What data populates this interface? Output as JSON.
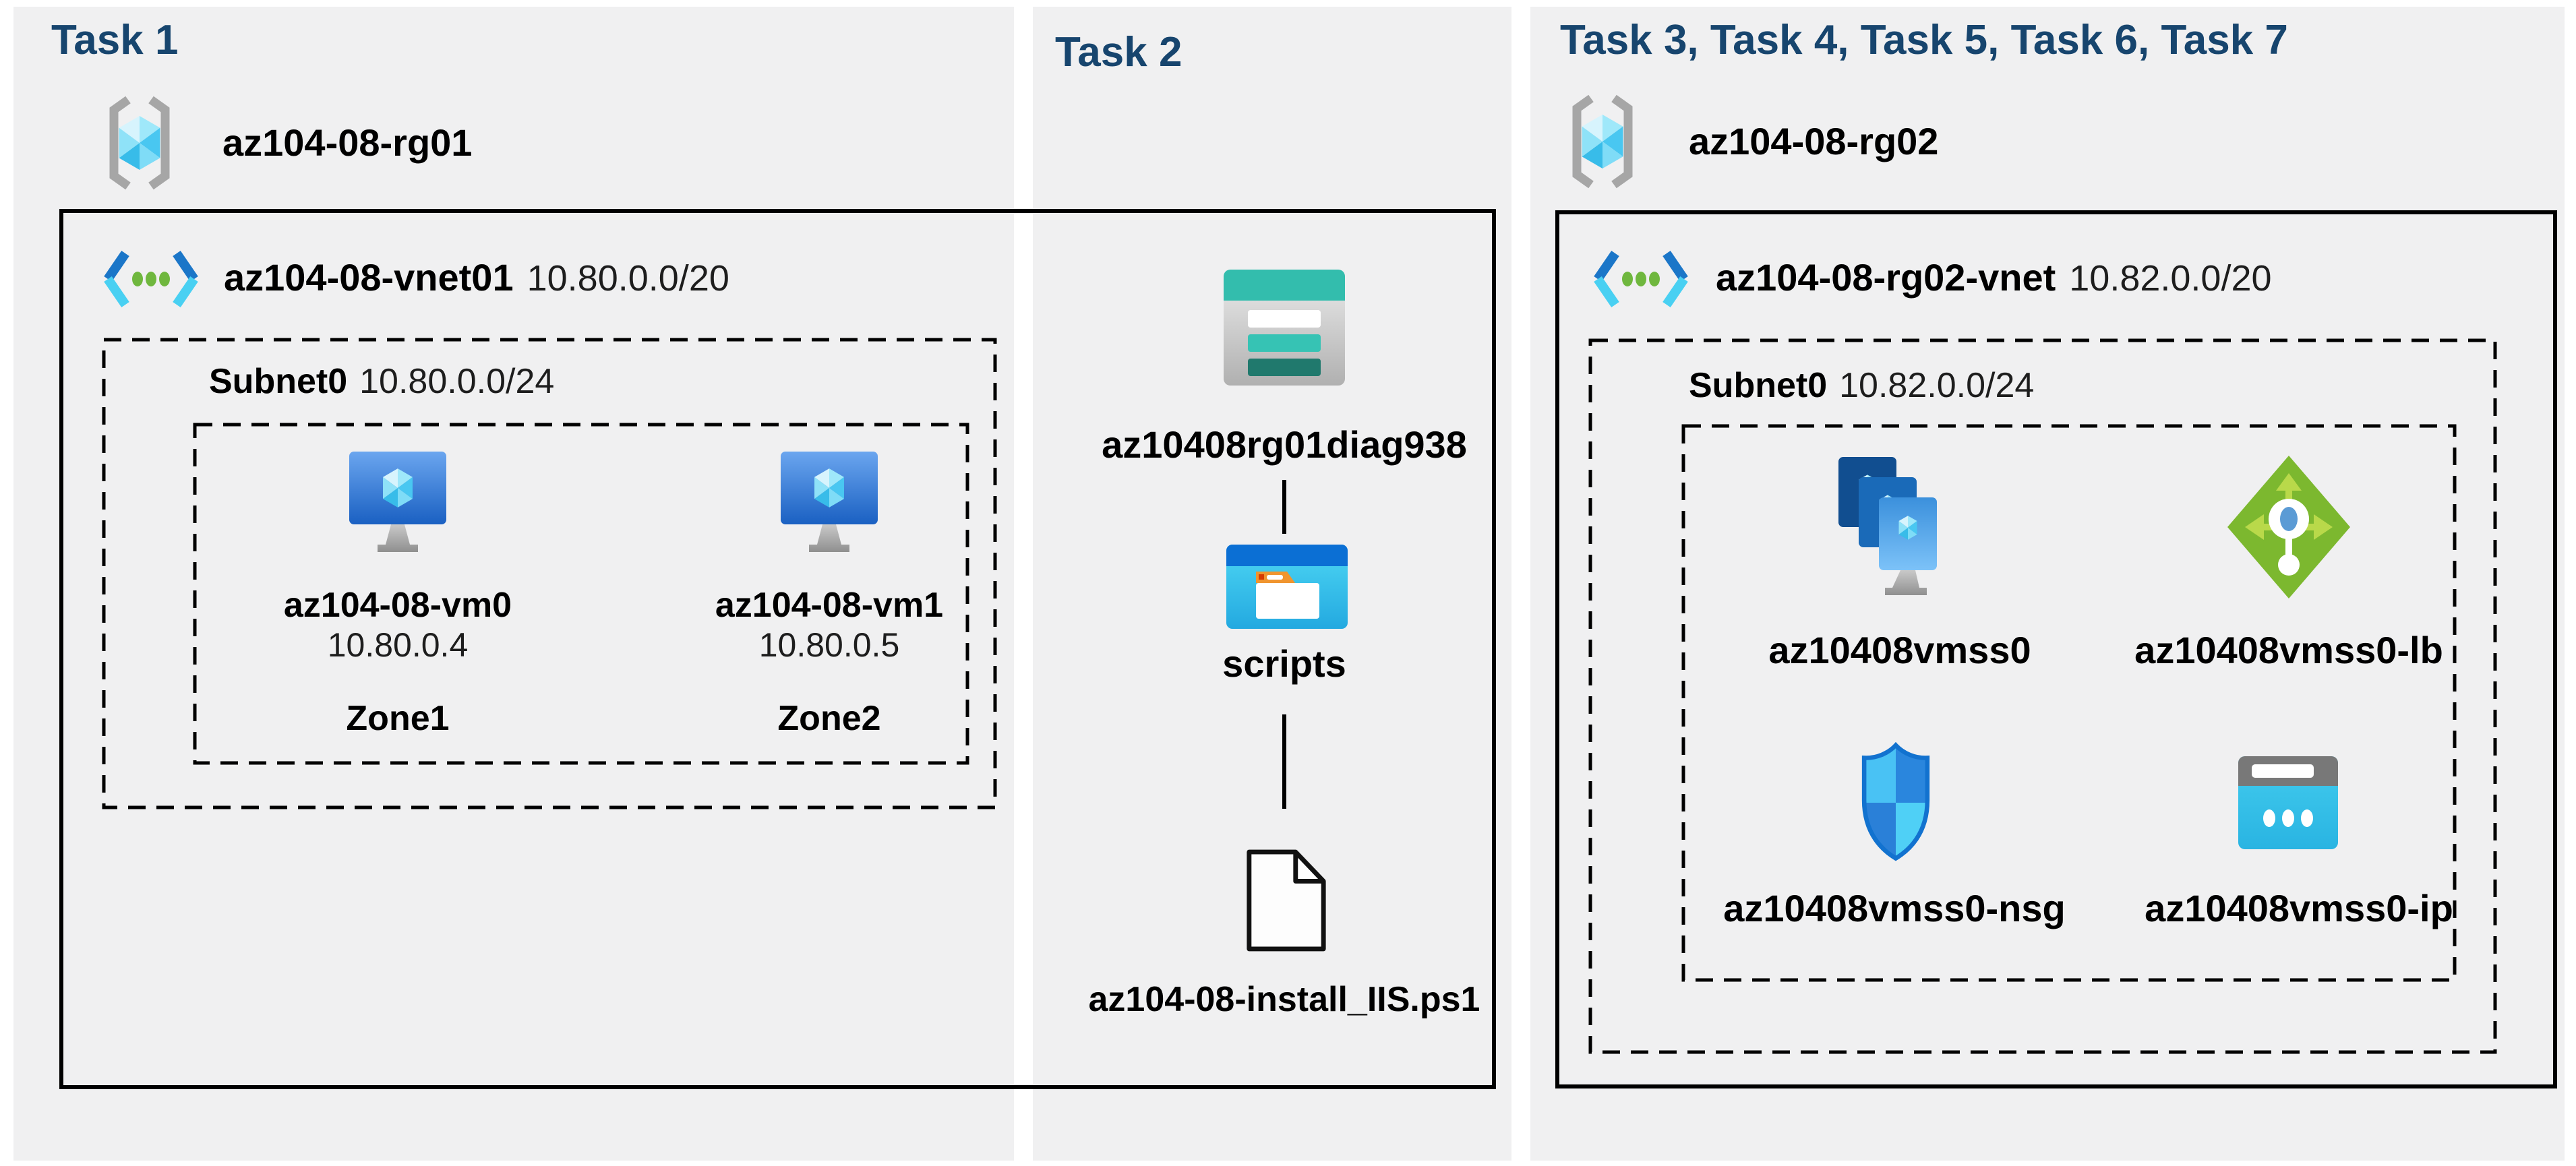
{
  "panels": {
    "task1": {
      "title": "Task 1",
      "resource_group": "az104-08-rg01",
      "vnet": {
        "name": "az104-08-vnet01",
        "cidr": "10.80.0.0/20"
      },
      "subnet": {
        "name": "Subnet0",
        "cidr": "10.80.0.0/24"
      },
      "vms": [
        {
          "name": "az104-08-vm0",
          "ip": "10.80.0.4",
          "zone": "Zone1"
        },
        {
          "name": "az104-08-vm1",
          "ip": "10.80.0.5",
          "zone": "Zone2"
        }
      ]
    },
    "task2": {
      "title": "Task 2",
      "storage_account": "az10408rg01diag938",
      "folder": "scripts",
      "file": "az104-08-install_IIS.ps1"
    },
    "task3": {
      "title": "Task 3, Task 4, Task 5, Task 6, Task 7",
      "resource_group": "az104-08-rg02",
      "vnet": {
        "name": "az104-08-rg02-vnet",
        "cidr": "10.82.0.0/20"
      },
      "subnet": {
        "name": "Subnet0",
        "cidr": "10.82.0.0/24"
      },
      "resources": [
        {
          "name": "az10408vmss0"
        },
        {
          "name": "az10408vmss0-lb"
        },
        {
          "name": "az10408vmss0-nsg"
        },
        {
          "name": "az10408vmss0-ip"
        }
      ]
    }
  },
  "icons": {
    "resource-group-icon": "gray angle brackets with cyan cube",
    "virtual-network-icon": "blue chevrons with three green dots",
    "virtual-machine-icon": "blue monitor with cyan crystal",
    "storage-account-icon": "teal table card",
    "folder-window-icon": "window with white folder and orange tab",
    "document-icon": "outlined page with folded corner",
    "vmss-icon": "three cascading vm cards with stand",
    "load-balancer-icon": "green diamond with arrows and white probe",
    "nsg-icon": "blue checkered shield",
    "public-ip-icon": "cyan address bar card with three dots"
  },
  "colors": {
    "panel_bg": "#f0f0f1",
    "title_navy": "#17456e",
    "text_black": "#000000",
    "azure_blue": "#1b76c8",
    "azure_cyan": "#49d0f2",
    "dot_green": "#6fb73e",
    "storage_teal": "#33bdad",
    "storage_teal_dark": "#20796d",
    "lb_green": "#7cb82f",
    "folder_orange": "#f0952f",
    "titlebar_blue": "#0b6fd4",
    "shield_outline_blue": "#1272cf",
    "bracket_gray": "#a6a6a6"
  }
}
